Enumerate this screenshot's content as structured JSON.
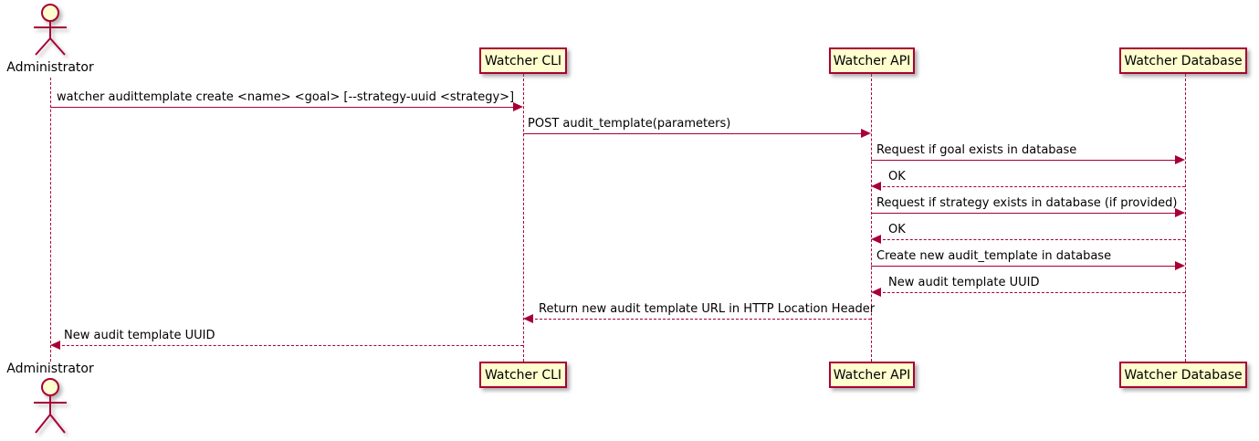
{
  "diagram": {
    "type": "sequence",
    "colors": {
      "participant_fill": "#FEFECE",
      "line": "#A80036",
      "text": "#000000",
      "background": "#FFFFFF"
    },
    "actor": {
      "name": "Administrator"
    },
    "participants": [
      {
        "label": "Watcher CLI"
      },
      {
        "label": "Watcher API"
      },
      {
        "label": "Watcher Database"
      }
    ],
    "messages": [
      {
        "from": "Administrator",
        "to": "Watcher CLI",
        "style": "solid",
        "label": "watcher audittemplate create <name> <goal> [--strategy-uuid <strategy>]"
      },
      {
        "from": "Watcher CLI",
        "to": "Watcher API",
        "style": "solid",
        "label": "POST audit_template(parameters)"
      },
      {
        "from": "Watcher API",
        "to": "Watcher Database",
        "style": "solid",
        "label": "Request if goal exists in database"
      },
      {
        "from": "Watcher Database",
        "to": "Watcher API",
        "style": "dashed",
        "label": "OK"
      },
      {
        "from": "Watcher API",
        "to": "Watcher Database",
        "style": "solid",
        "label": "Request if strategy exists in database (if provided)"
      },
      {
        "from": "Watcher Database",
        "to": "Watcher API",
        "style": "dashed",
        "label": "OK"
      },
      {
        "from": "Watcher API",
        "to": "Watcher Database",
        "style": "solid",
        "label": "Create new audit_template in database"
      },
      {
        "from": "Watcher Database",
        "to": "Watcher API",
        "style": "dashed",
        "label": "New audit template UUID"
      },
      {
        "from": "Watcher API",
        "to": "Watcher CLI",
        "style": "dashed",
        "label": "Return new audit template URL in HTTP Location Header"
      },
      {
        "from": "Watcher CLI",
        "to": "Administrator",
        "style": "dashed",
        "label": "New audit template UUID"
      }
    ]
  }
}
